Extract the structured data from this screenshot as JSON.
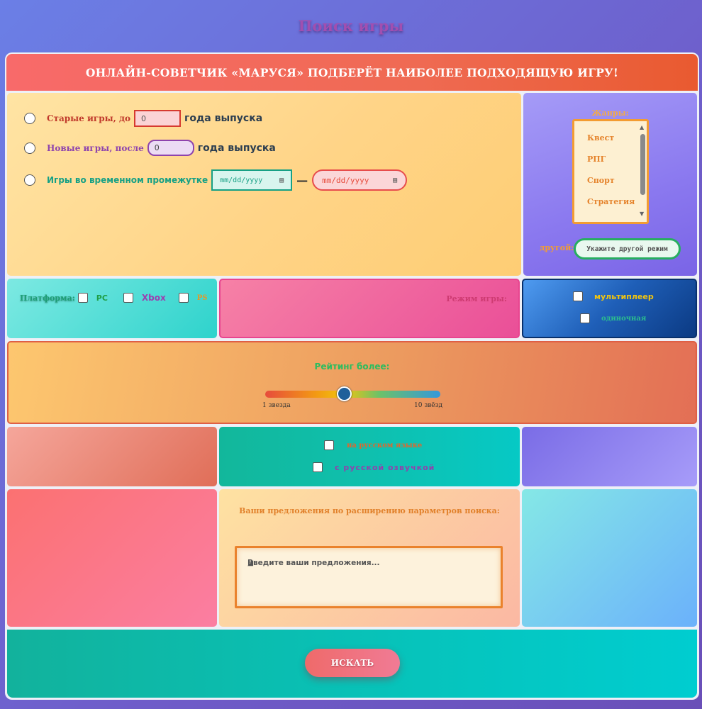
{
  "page_title": "Поиск игры",
  "header": "ОНЛАЙН-СОВЕТЧИК «МАРУСЯ» ПОДБЕРЁТ НАИБОЛЕЕ ПОДХОДЯЩУЮ ИГРУ!",
  "years": {
    "old_label": "Старые игры, до",
    "old_value": "0",
    "new_label": "Новые игры, после",
    "new_value": "0",
    "suffix": "года выпуска",
    "range_label": "Игры во временном промежутке",
    "date_placeholder": "mm/dd/yyyy",
    "dash": "—"
  },
  "genres": {
    "title": "Жанры:",
    "items": [
      "Квест",
      "РПГ",
      "Спорт",
      "Стратегия"
    ],
    "other_label": "другой:",
    "other_placeholder": "Укажите другой режим"
  },
  "platforms": {
    "title": "Платформа:",
    "items": [
      "PC",
      "Xbox",
      "PS"
    ]
  },
  "mode": {
    "title": "Режим игры:",
    "options": [
      "мультиплеер",
      "одиночная"
    ]
  },
  "rating": {
    "title": "Рейтинг более:",
    "min_label": "1 звезда",
    "max_label": "10 звёзд",
    "value_fraction": 0.45
  },
  "language": {
    "options": [
      "на русском языке",
      "с русской озвучкой"
    ]
  },
  "suggestions": {
    "title": "Ваши предложения по расширению параметров поиска:",
    "placeholder": "Введите ваши предложения..."
  },
  "search_button": "ИСКАТЬ"
}
